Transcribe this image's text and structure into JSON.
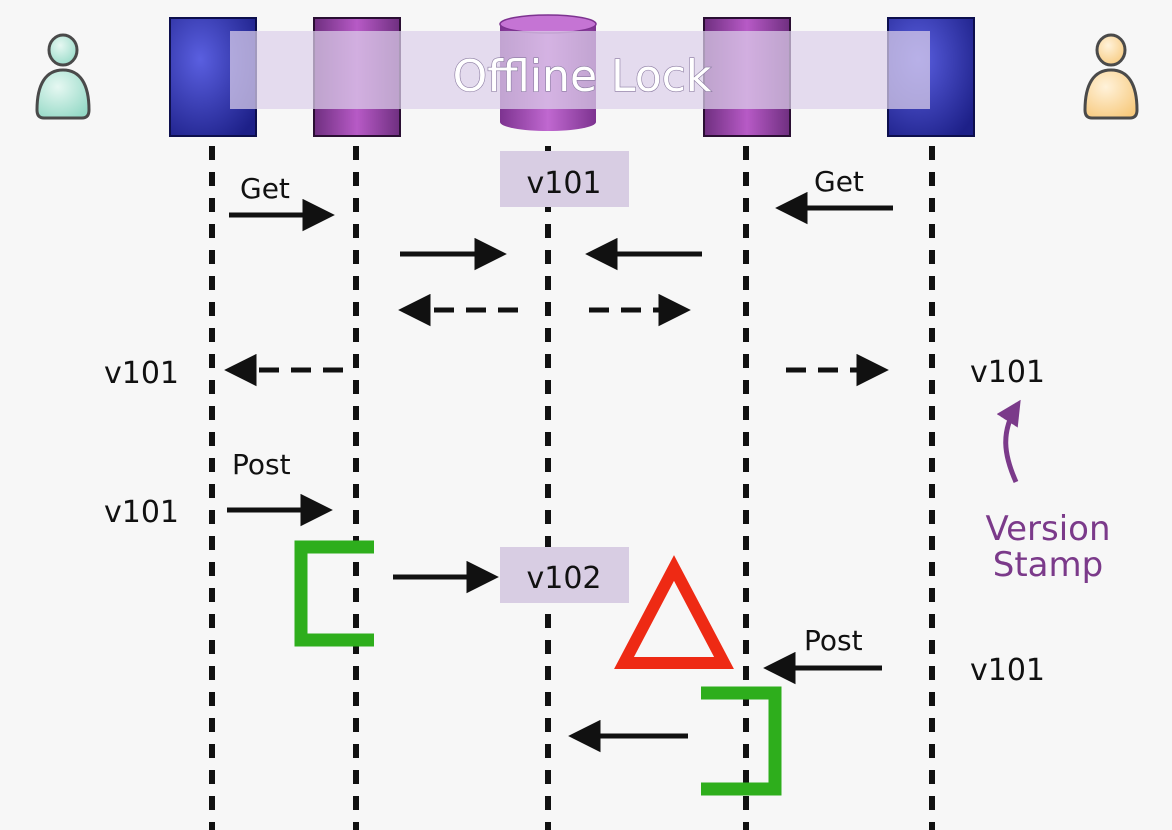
{
  "title": "Offline Lock",
  "messages": {
    "get_left": "Get",
    "get_right": "Get",
    "post_left": "Post",
    "post_right": "Post"
  },
  "versions": {
    "db_initial": "v101",
    "left_after_get": "v101",
    "right_after_get": "v101",
    "left_post": "v101",
    "db_after_commit": "v102",
    "right_post": "v101"
  },
  "annotation": {
    "line1": "Version",
    "line2": "Stamp"
  },
  "colors": {
    "server_blue": "#2a2e9e",
    "logic_purple": "#8e3d9a",
    "db_purple": "#a54cb4",
    "lifeline": "#111111",
    "version_box": "#d9cfe3",
    "bracket_green": "#2eae1c",
    "conflict_red": "#ee2a14",
    "annotation_purple": "#7b3a8a",
    "user_left": "#a8e3d4",
    "user_right": "#fbd79a"
  },
  "icons": {
    "user_left": "person-icon",
    "user_right": "person-icon",
    "database": "database-cylinder-icon",
    "conflict": "warning-triangle-icon"
  }
}
